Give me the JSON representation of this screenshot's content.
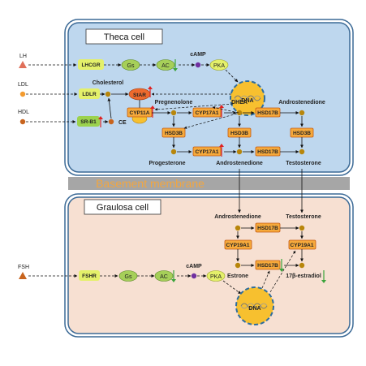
{
  "panels": {
    "theca_title": "Theca cell",
    "granulosa_title": "Graulosa cell",
    "basement_membrane": "Basement membrane"
  },
  "ligands": {
    "lh": "LH",
    "ldl": "LDL",
    "hdl": "HDL",
    "fsh": "FSH"
  },
  "receptors": {
    "lhcgr": "LHCGR",
    "ldlr": "LDLR",
    "srb1": "SR-B1",
    "fshr": "FSHR"
  },
  "signaling": {
    "gs": "Gs",
    "ac": "AC",
    "camp": "cAMP",
    "pka": "PKA",
    "dna": "DNA",
    "ce": "CE",
    "cholesterol": "Cholesterol"
  },
  "enzymes": {
    "star": "StAR",
    "cyp11a": "CYP11A",
    "cyp17a1": "CYP17A1",
    "hsd3b": "HSD3B",
    "hsd17b": "HSD17B",
    "cyp19a1": "CYP19A1"
  },
  "metabolites": {
    "pregnenolone": "Pregnenolone",
    "dhea": "DHEA",
    "androstenedione": "Androstenedione",
    "progesterone": "Progesterone",
    "testosterone": "Testosterone",
    "estrone": "Estrone",
    "estradiol": "17β-estradiol"
  },
  "colors": {
    "theca_fill": "#bed7ee",
    "granulosa_fill": "#f7e0d2",
    "panel_border": "#3c6a96",
    "membrane_band": "#a6a6a6",
    "membrane_text": "#f2a640",
    "enzyme_fill": "#f6a93b",
    "enzyme_border": "#c55a11",
    "receptor_fill": "#e4f06a",
    "gs_fill": "#a6cf59",
    "dot_metabolite": "#b8860b",
    "dot_orange": "#f39b2f",
    "dot_brown": "#c8641e",
    "dot_purple": "#7030a0",
    "star_fill": "#ed6a2d",
    "dna_fill": "#f7c02f",
    "dna_border": "#2e6d9e",
    "arrow_up": "#e02020",
    "arrow_down": "#3aa33a"
  }
}
